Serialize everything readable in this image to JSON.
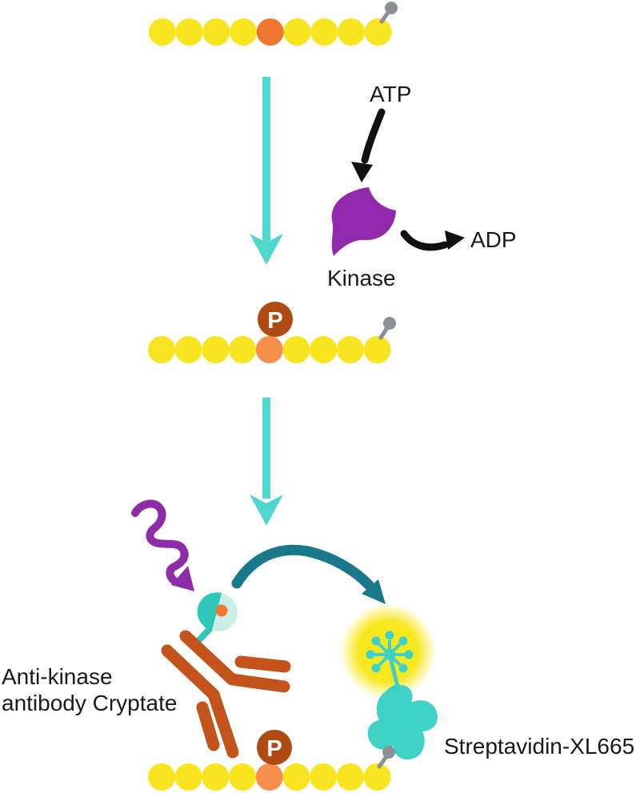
{
  "diagram": {
    "labels": {
      "atp": "ATP",
      "adp": "ADP",
      "kinase": "Kinase",
      "antibody_line1": "Anti-kinase",
      "antibody_line2": "antibody Cryptate",
      "streptavidin": "Streptavidin-XL665",
      "phosphate": "P"
    },
    "chains": [
      {
        "id": "substrate-peptide-unphosphorylated",
        "beads": 9,
        "phospho_index": 5,
        "phosphorylated": false
      },
      {
        "id": "substrate-peptide-phosphorylated",
        "beads": 9,
        "phospho_index": 5,
        "phosphorylated": true
      },
      {
        "id": "substrate-peptide-detection",
        "beads": 9,
        "phospho_index": 5,
        "phosphorylated": true
      }
    ],
    "colors": {
      "bead_yellow": "#F8E41F",
      "bead_orange": "#F0762F",
      "bead_orange_light": "#F78E4D",
      "phosphate_badge": "#B04A13",
      "phosphate_text": "#FFFFFF",
      "antibody": "#C4531B",
      "kinase_purple": "#9229AC",
      "squiggle_purple": "#8E2BA8",
      "cyan_arrow": "#4FD6CD",
      "fret_arrow": "#19788A",
      "streptavidin_teal": "#3ED1C5",
      "cryptate_teal": "#2FC7B9",
      "cryptate_pale": "#CDEEE7",
      "biotin_gray": "#8A9096",
      "glow_yellow": "#F7E71F",
      "arrow_black": "#111111",
      "text": "#1A1A1A"
    }
  }
}
